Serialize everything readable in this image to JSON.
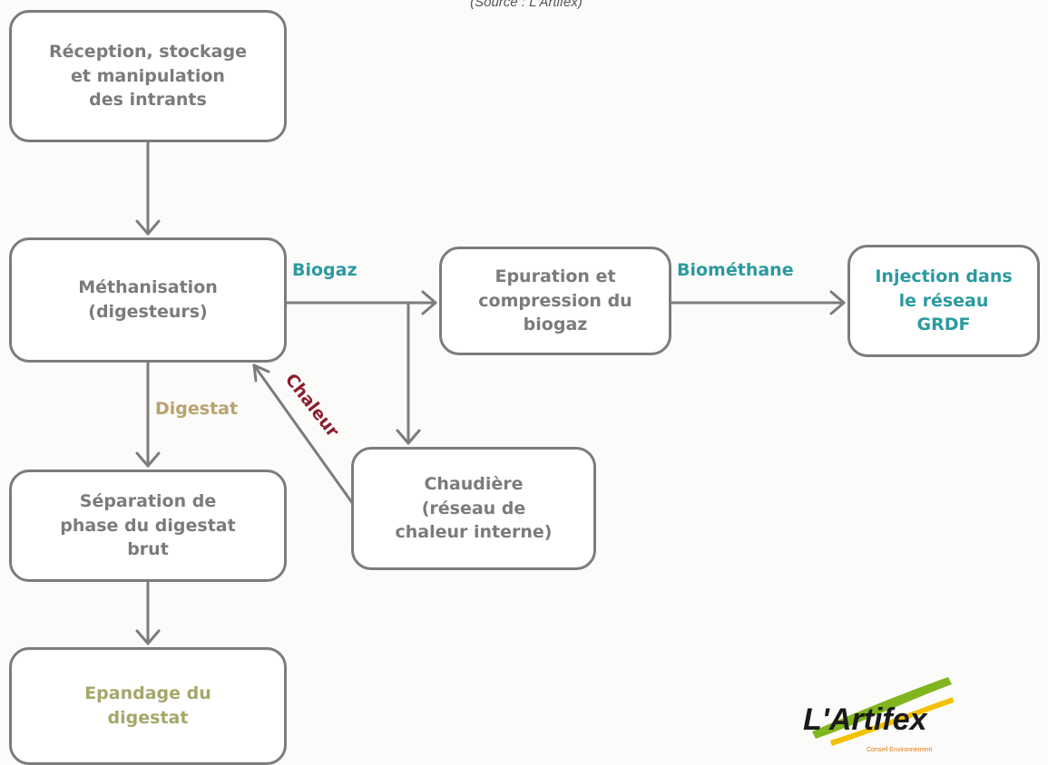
{
  "caption": "(Source : L'Artifex)",
  "nodes": {
    "reception": "Réception, stockage\net manipulation\ndes intrants",
    "methanisation": "Méthanisation\n(digesteurs)",
    "epuration": "Epuration et\ncompression du\nbiogaz",
    "injection": "Injection dans\nle réseau\nGRDF",
    "chaudiere": "Chaudière\n(réseau de\nchaleur interne)",
    "separation": "Séparation de\nphase du digestat\nbrut",
    "epandage": "Epandage du\ndigestat"
  },
  "edge_labels": {
    "biogaz": "Biogaz",
    "biomethane": "Biométhane",
    "digestat": "Digestat",
    "chaleur": "Chaleur"
  },
  "logo": {
    "text": "L'Artifex",
    "tagline": "Conseil Environnement",
    "colors": {
      "text": "#1a1a1a",
      "green": "#7fb51d",
      "yellow": "#f2c200",
      "tagline": "#e07b10"
    }
  },
  "colors": {
    "box_border": "#7c7c7c",
    "arrow": "#7c7c7c",
    "text_gray": "#7b7b7b",
    "teal": "#2b9aa0",
    "olive": "#a5a76a",
    "chaleur_red": "#8b1e2e"
  }
}
